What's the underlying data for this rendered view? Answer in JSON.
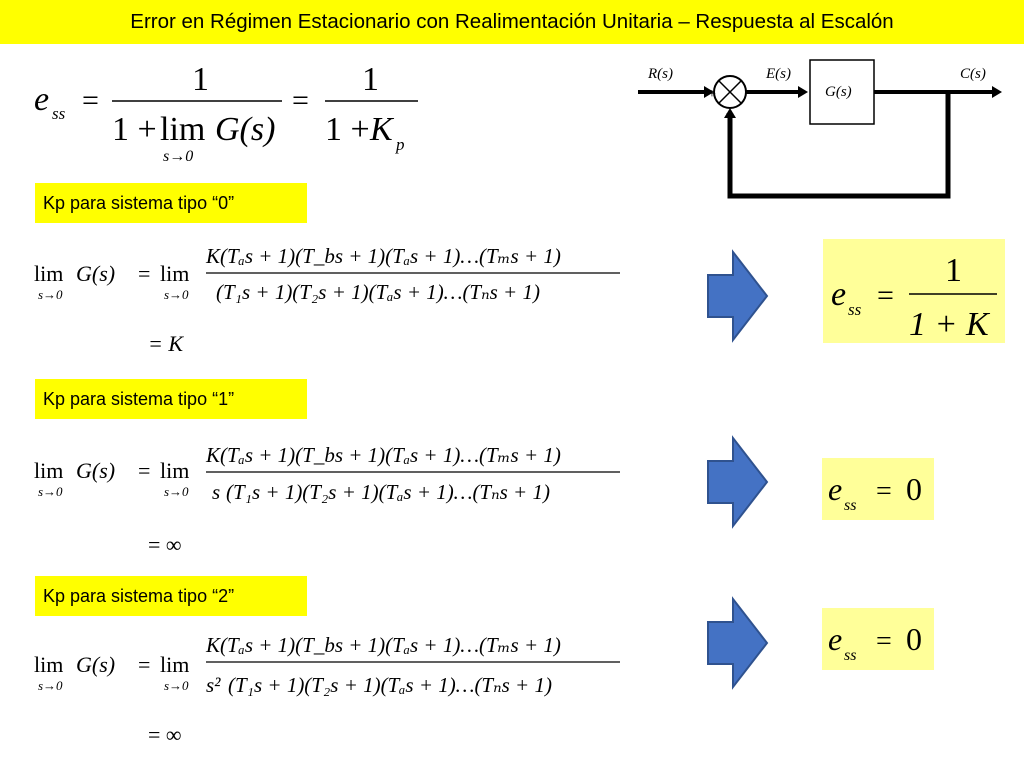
{
  "title": "Error en Régimen Estacionario con Realimentación Unitaria – Respuesta al Escalón",
  "colors": {
    "highlight": "#ffff00",
    "result_box": "#ffff99",
    "arrow_fill": "#4472c4",
    "arrow_stroke": "#2f528f"
  },
  "formula": {
    "lhs": "e",
    "lhs_sub": "ss",
    "eq": "=",
    "one": "1",
    "one_plus": "1 +",
    "lim": "lim",
    "lim_sub": "s→0",
    "g_of_s": "G(s)",
    "kp": "K",
    "kp_sub": "p"
  },
  "diagram": {
    "input": "R(s)",
    "error": "E(s)",
    "plant": "G(s)",
    "output": "C(s)",
    "plus": "+",
    "minus": "−"
  },
  "sections": [
    {
      "label": "Kp para sistema tipo “0”",
      "denominator_prefix": "",
      "result_line": "= K",
      "result_box": {
        "lhs": "e",
        "lhs_sub": "ss",
        "eq": "=",
        "num": "1",
        "den": "1 + K"
      }
    },
    {
      "label": "Kp para sistema tipo “1”",
      "denominator_prefix": "s",
      "result_line": "= ∞",
      "result_box": {
        "lhs": "e",
        "lhs_sub": "ss",
        "eq": "=",
        "value": "0"
      }
    },
    {
      "label": "Kp para sistema tipo “2”",
      "denominator_prefix": "s²",
      "result_line": "= ∞",
      "result_box": {
        "lhs": "e",
        "lhs_sub": "ss",
        "eq": "=",
        "value": "0"
      }
    }
  ],
  "limit_expr": {
    "lim": "lim",
    "lim_sub": "s→0",
    "g_of_s": "G(s)",
    "eq": "=",
    "numerator": "K(Tₐs + 1)(T_bs + 1)(Tₐs + 1)…(Tₘs + 1)",
    "denominator": "(T₁s + 1)(T₂s + 1)(Tₐs + 1)…(Tₙs + 1)"
  }
}
